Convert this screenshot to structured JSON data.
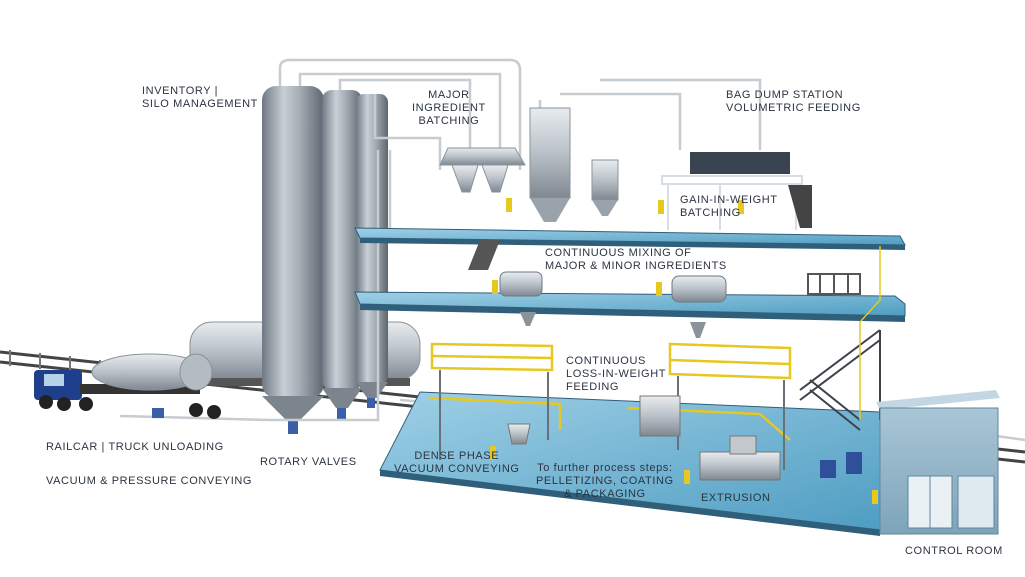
{
  "labels": {
    "inventory": [
      "INVENTORY |",
      "SILO MANAGEMENT"
    ],
    "major_batching": [
      "MAJOR",
      "INGREDIENT",
      "BATCHING"
    ],
    "bag_dump": [
      "BAG DUMP STATION",
      "VOLUMETRIC FEEDING"
    ],
    "gain_in_weight": [
      "GAIN-IN-WEIGHT",
      "BATCHING"
    ],
    "continuous_mixing": [
      "CONTINUOUS MIXING OF",
      "MAJOR & MINOR INGREDIENTS"
    ],
    "loss_in_weight": [
      "CONTINUOUS",
      "LOSS-IN-WEIGHT",
      "FEEDING"
    ],
    "railcar": "RAILCAR | TRUCK UNLOADING",
    "rotary_valves": "ROTARY VALVES",
    "vacuum_pressure": "VACUUM & PRESSURE CONVEYING",
    "dense_phase": [
      "DENSE PHASE",
      "VACUUM CONVEYING"
    ],
    "further_steps": [
      "To further process steps:",
      "PELLETIZING, COATING",
      "& PACKAGING"
    ],
    "extrusion": "EXTRUSION",
    "control_room": "CONTROL ROOM"
  },
  "colors": {
    "floor": "#5aa6c8",
    "floor_edge": "#2f5f7a",
    "silo": "#9aa4ae",
    "rail": "#e6c820",
    "truck": "#1f3f8c",
    "control_room": "#8fb6cc"
  }
}
